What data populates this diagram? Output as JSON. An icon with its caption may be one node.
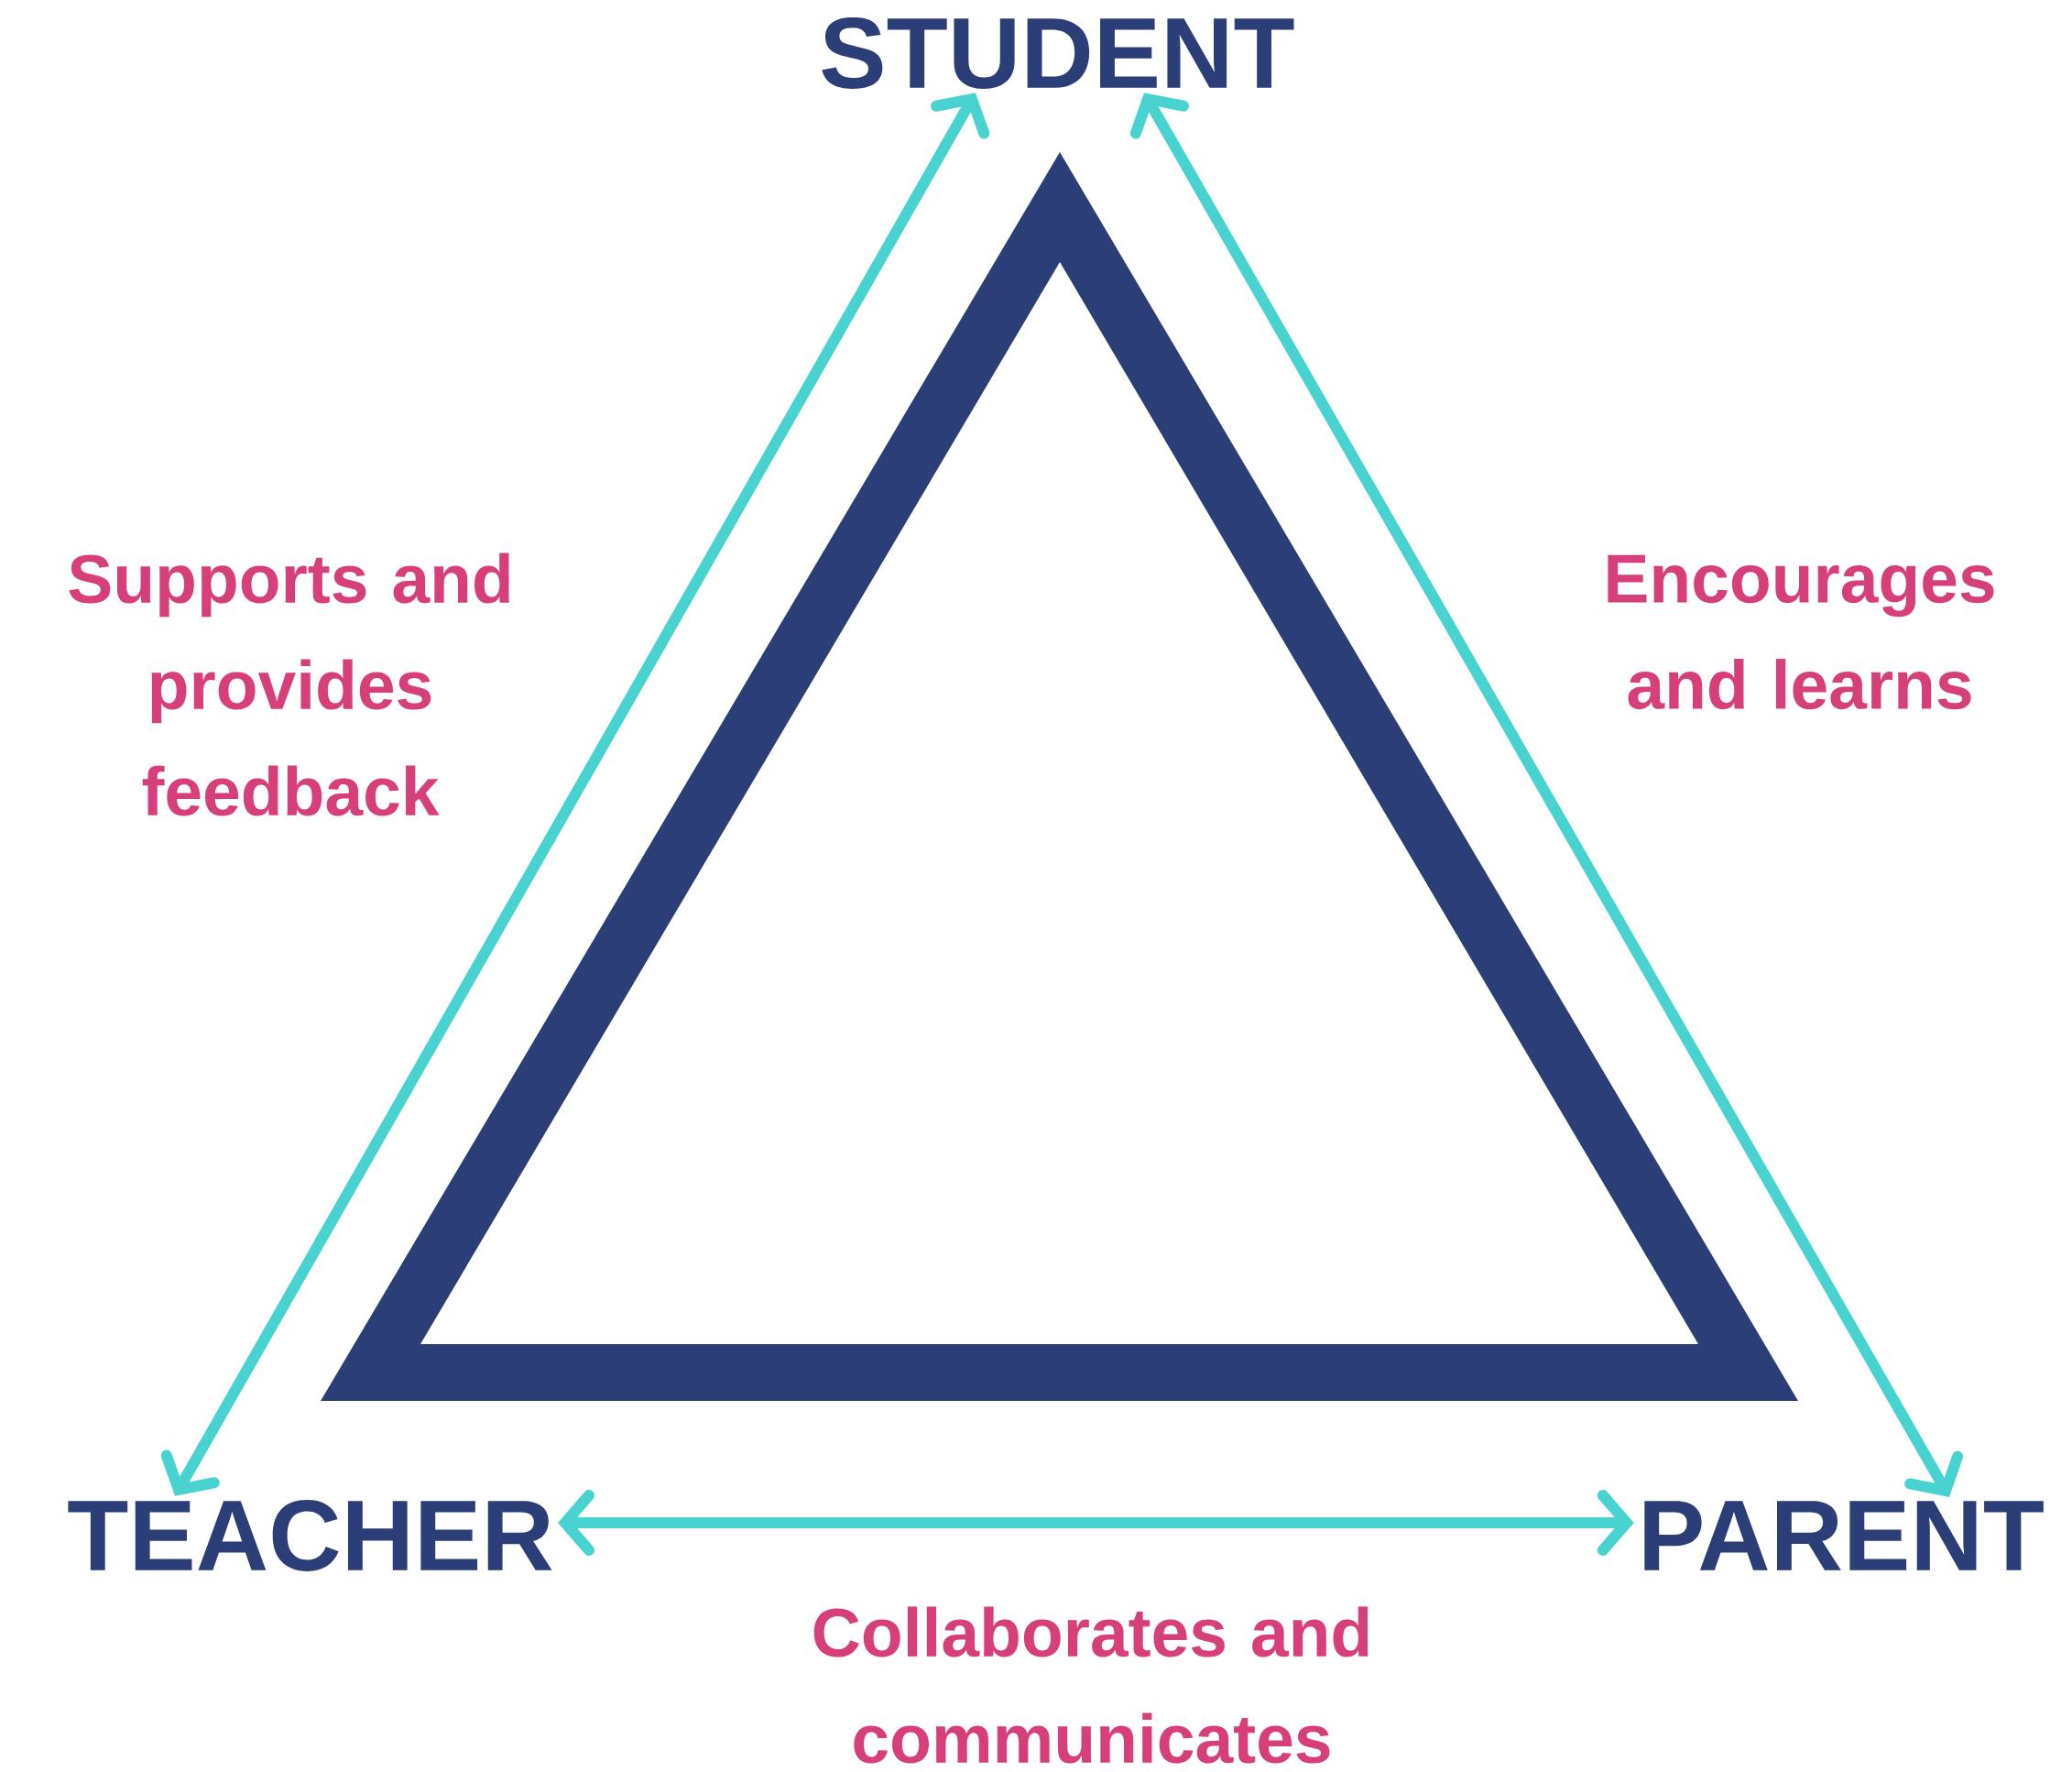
{
  "diagram": {
    "nodes": [
      {
        "text": [
          "STUDENT"
        ]
      },
      {
        "text": [
          "TEACHER"
        ]
      },
      {
        "text": [
          "PARENT"
        ]
      }
    ],
    "edges": [
      {
        "from": 1,
        "to": 0,
        "arrow": "both",
        "label": "Supports and provides feedback"
      },
      {
        "from": 0,
        "to": 2,
        "arrow": "both",
        "label": "Encourages and learns"
      },
      {
        "from": 1,
        "to": 2,
        "arrow": "both",
        "label": "Collaborates and communicates"
      }
    ]
  }
}
